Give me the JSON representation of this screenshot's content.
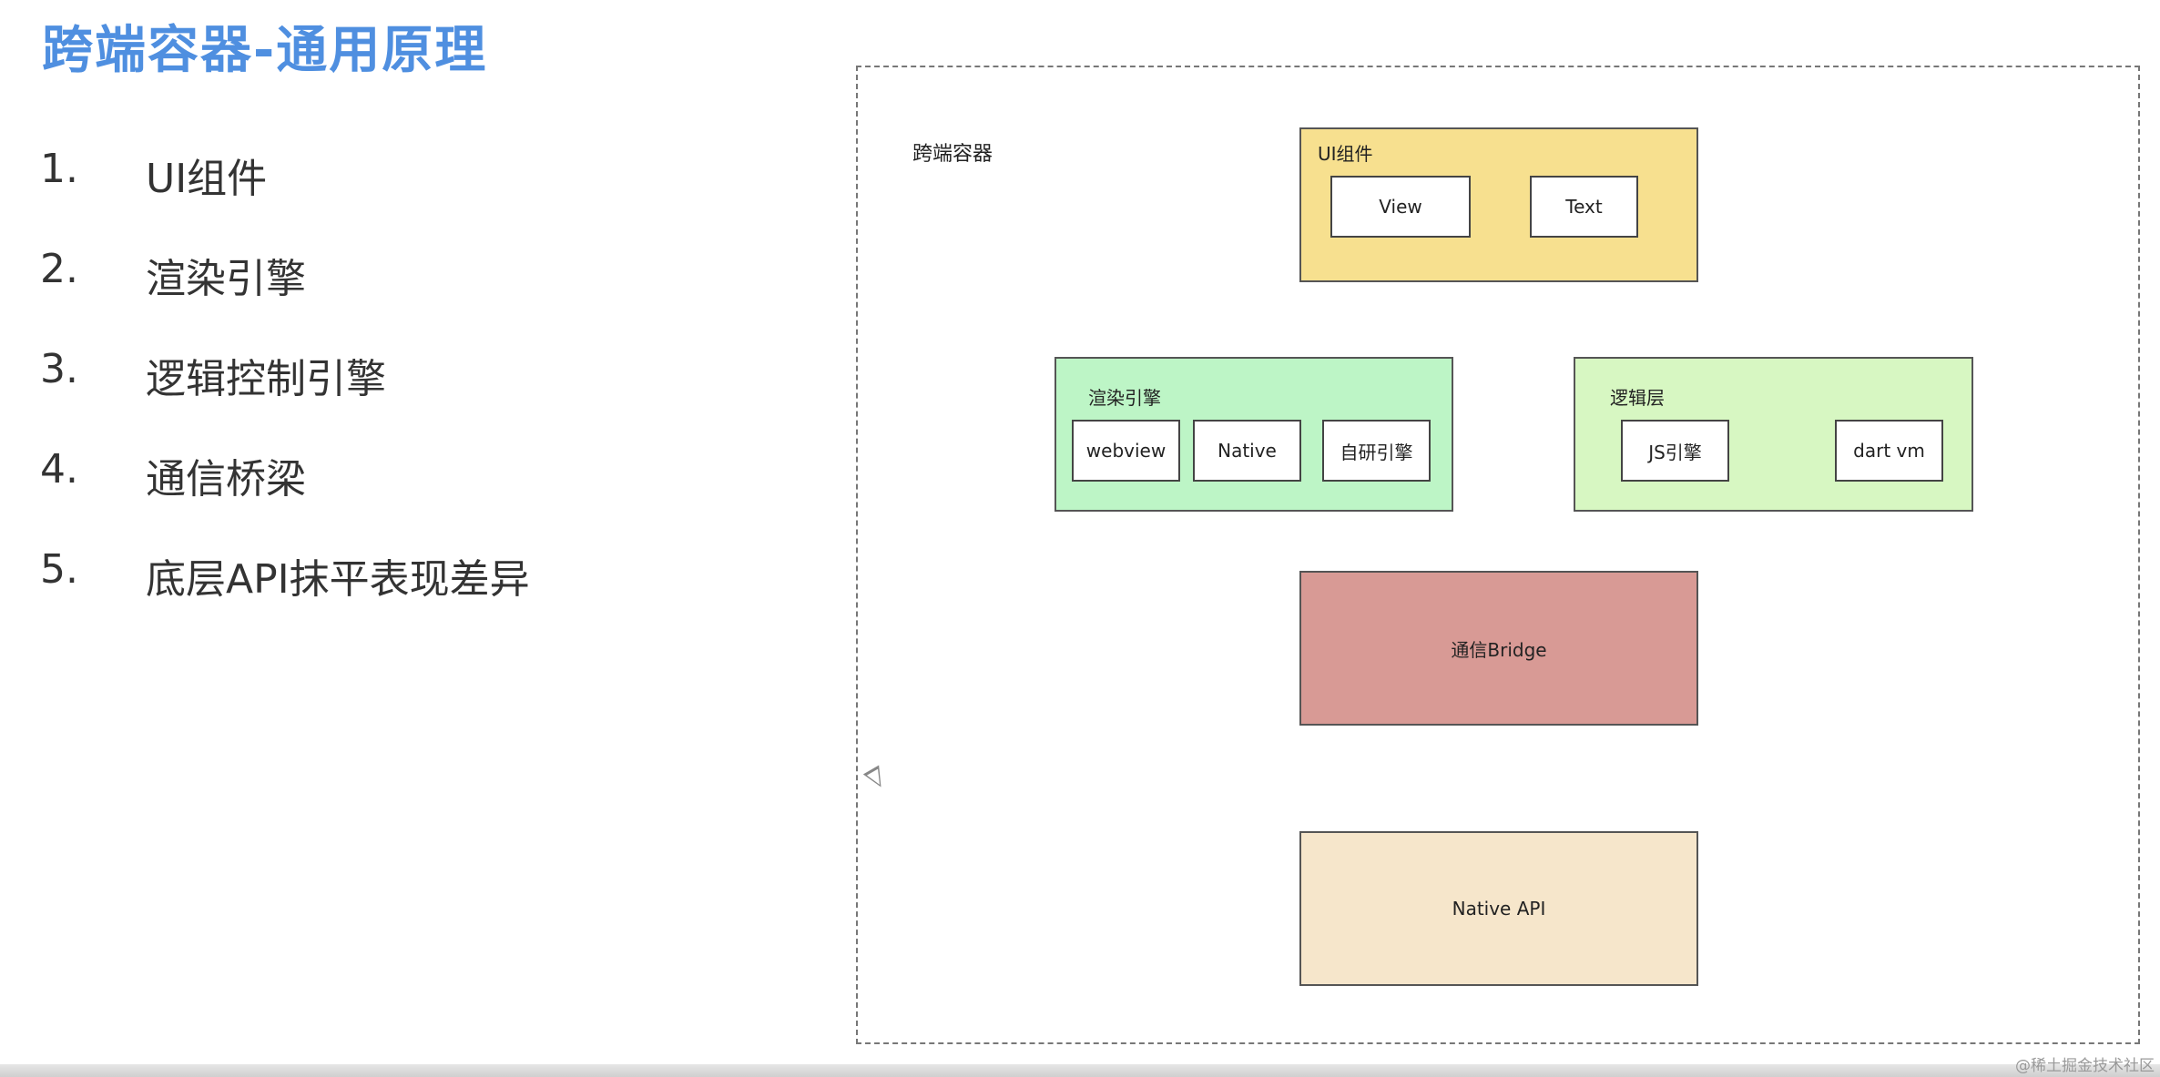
{
  "slide": {
    "title": "跨端容器-通用原理",
    "items": [
      {
        "num": "1.",
        "text": "UI组件"
      },
      {
        "num": "2.",
        "text": "渲染引擎"
      },
      {
        "num": "3.",
        "text": "逻辑控制引擎"
      },
      {
        "num": "4.",
        "text": "通信桥梁"
      },
      {
        "num": "5.",
        "text": "底层API抹平表现差异"
      }
    ]
  },
  "diagram": {
    "container_label": "跨端容器",
    "ui": {
      "label": "UI组件",
      "children": [
        "View",
        "Text"
      ],
      "color": "#f7e08f"
    },
    "render": {
      "label": "渲染引擎",
      "children": [
        "webview",
        "Native",
        "自研引擎"
      ],
      "color": "#bdf5c6"
    },
    "logic": {
      "label": "逻辑层",
      "children": [
        "JS引擎",
        "dart vm"
      ],
      "color": "#d7f7c2"
    },
    "bridge": {
      "label": "通信Bridge",
      "color": "#d89a95"
    },
    "native_api": {
      "label": "Native API",
      "color": "#f6e6cb"
    }
  },
  "credit": "@稀土掘金技术社区"
}
